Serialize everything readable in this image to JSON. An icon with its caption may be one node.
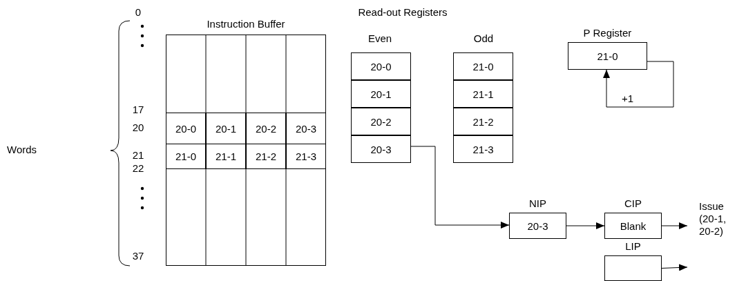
{
  "diagram": {
    "nodes": [
      {
        "text": [
          "Instruction Buffer"
        ]
      },
      {
        "text": [
          "20-0"
        ],
        "in": 0
      },
      {
        "text": [
          "20-1"
        ],
        "in": 0
      },
      {
        "text": [
          "20-2"
        ],
        "in": 0
      },
      {
        "text": [
          "20-3"
        ],
        "in": 0
      },
      {
        "text": [
          "21-0"
        ],
        "in": 0
      },
      {
        "text": [
          "21-1"
        ],
        "in": 0
      },
      {
        "text": [
          "21-2"
        ],
        "in": 0
      },
      {
        "text": [
          "21-3"
        ],
        "in": 0
      },
      {
        "text": [
          "20-0"
        ]
      },
      {
        "text": [
          "20-1"
        ]
      },
      {
        "text": [
          "20-2"
        ]
      },
      {
        "text": [
          "20-3"
        ]
      },
      {
        "text": [
          "21-0"
        ]
      },
      {
        "text": [
          "21-1"
        ]
      },
      {
        "text": [
          "21-2"
        ]
      },
      {
        "text": [
          "21-3"
        ]
      },
      {
        "text": [
          "P Register",
          "21-0"
        ]
      },
      {
        "text": [
          "NIP",
          "20-3"
        ]
      },
      {
        "text": [
          "CIP",
          "Blank"
        ]
      },
      {
        "text": [
          "LIP"
        ]
      },
      {
        "text": [
          "Issue (20-1, 20-2)"
        ]
      }
    ],
    "edges": [
      {
        "from": 12,
        "to": 18,
        "arrow": "to"
      },
      {
        "from": 18,
        "to": 19,
        "arrow": "to"
      },
      {
        "from": 19,
        "to": 21,
        "arrow": "to"
      },
      {
        "from": 20,
        "to": null,
        "arrow": "to"
      },
      {
        "from": 17,
        "to": 17,
        "arrow": "to",
        "label": "+1"
      }
    ],
    "labels": [
      "Read-out Registers",
      "Even",
      "Odd",
      "0",
      "17",
      "20",
      "Words",
      "21",
      "22",
      "37"
    ]
  }
}
